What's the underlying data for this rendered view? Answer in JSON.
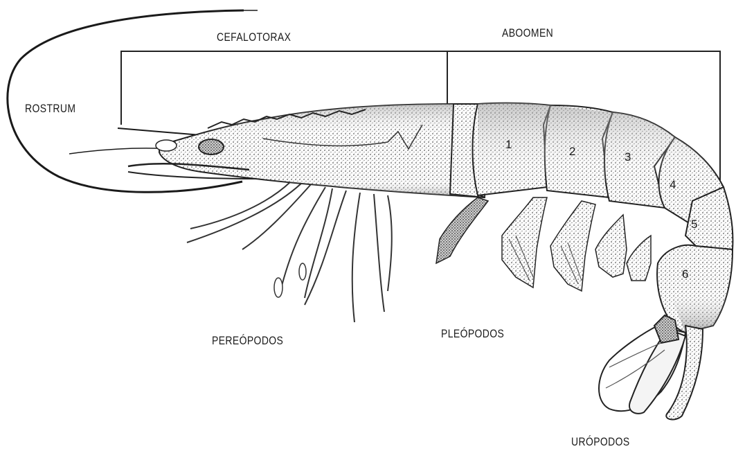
{
  "labels": {
    "cefalotorax": "CEFALOTORAX",
    "abdomen": "ABOOMEN",
    "rostrum": "ROSTRUM",
    "pereopodos": "PEREÓPODOS",
    "pleopodos": "PLEÓPODOS",
    "uropodos": "URÓPODOS"
  },
  "segments": [
    "1",
    "2",
    "3",
    "4",
    "5",
    "6"
  ]
}
